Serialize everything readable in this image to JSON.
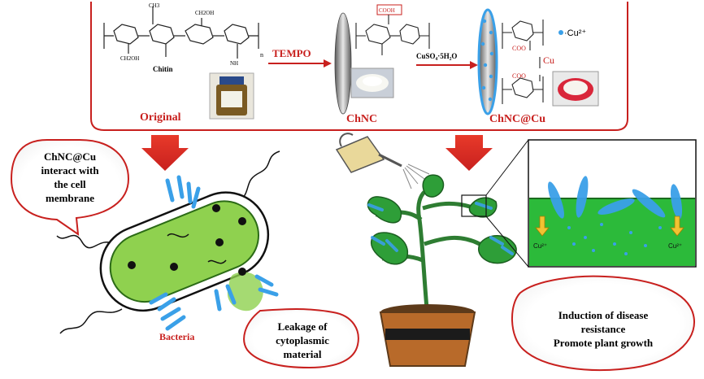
{
  "top": {
    "chitin_label": "Chitin",
    "chitin_sub_n": "n",
    "original_label": "Original",
    "tempo_label": "TEMPO",
    "cooh_label": "COOH",
    "chnc_label": "ChNC",
    "cuso4_label": "CuSO₄·5H₂O",
    "coo_label_1": "COO",
    "coo_label_2": "COO",
    "cu_label": "Cu",
    "cu2_legend": "·Cu²⁺",
    "chnccu_label": "ChNC@Cu"
  },
  "left": {
    "bubble_lines": [
      "ChNC@Cu",
      "interact with",
      "the cell",
      "membrane"
    ],
    "bacteria_label": "Bacteria",
    "leak_lines": [
      "Leakage of",
      "cytoplasmic",
      "material"
    ]
  },
  "right": {
    "zoom_cu_left": "Cu²⁺",
    "zoom_cu_right": "Cu²⁺",
    "effect_lines": [
      "Induction of disease",
      "resistance",
      "Promote plant growth"
    ]
  },
  "colors": {
    "accent_red": "#c8201e",
    "bacteria_green": "#8fd14f",
    "leaf_green": "#2e9e38",
    "nanocrystal_blue": "#3aa0e8",
    "pot_brown": "#b86a2a"
  }
}
